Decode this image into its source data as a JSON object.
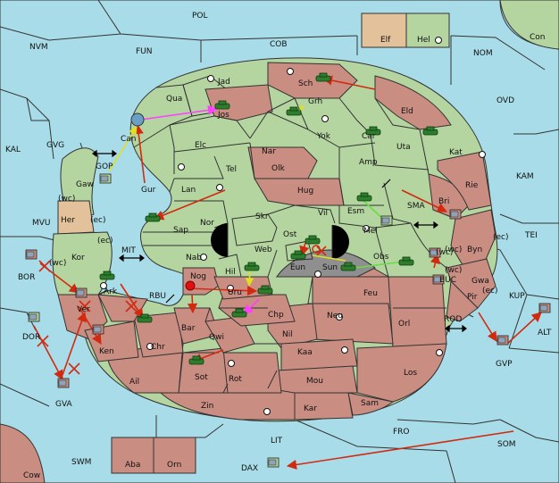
{
  "colors": {
    "sea": "#a8dce8",
    "green": "#b5d5a0",
    "red": "#c98d82",
    "tan": "#e3c29b",
    "gray": "#8f8f8f",
    "order": "#d22a10",
    "support": "#e0e020",
    "convoy": "#ff40ff",
    "light_green": "#66dd44"
  },
  "labels": {
    "POL": "POL",
    "COB": "COB",
    "FUN": "FUN",
    "NVM": "NVM",
    "NOM": "NOM",
    "OVD": "OVD",
    "Con": "Con",
    "Elf": "Elf",
    "Hel": "Hel",
    "KAL": "KAL",
    "GVG": "GVG",
    "KAM": "KAM",
    "TEI": "TEI",
    "MVU": "MVU",
    "BOR": "BOR",
    "DOR": "DOR",
    "GVA": "GVA",
    "SWM": "SWM",
    "LIT": "LIT",
    "FRO": "FRO",
    "SOM": "SOM",
    "DAX": "DAX",
    "Cow": "Cow",
    "Aba": "Aba",
    "Orn": "Orn",
    "ALT": "ALT",
    "KUP": "KUP",
    "GVP": "GVP",
    "ROD": "ROD",
    "BUC": "BUC",
    "SMA": "SMA",
    "MIT": "MIT",
    "RBU": "RBU",
    "GOP": "GOP",
    "Jad": "Jad",
    "Sch": "Sch",
    "Qua": "Qua",
    "Jos": "Jos",
    "Grh": "Grh",
    "Eld": "Eld",
    "Can": "Can",
    "Elc": "Elc",
    "Nar": "Nar",
    "Yok": "Yok",
    "Car": "Car",
    "Uta": "Uta",
    "Kat": "Kat",
    "Tel": "Tel",
    "Olk": "Olk",
    "Amp": "Amp",
    "Gur": "Gur",
    "Lan": "Lan",
    "Hug": "Hug",
    "Gaw": "Gaw",
    "Bri": "Bri",
    "Rie": "Rie",
    "Vil": "Vil",
    "Esm": "Esm",
    "Her": "Her",
    "wc1": "(wc)",
    "ec1": "(ec)",
    "Nor": "Nor",
    "Sap": "Sap",
    "Skr": "Skr",
    "Ost": "Ost",
    "Web": "Web",
    "Mel": "Mel",
    "Byn": "Byn",
    "wc2": "(wc)",
    "ec2": "(ec)",
    "Kor": "Kor",
    "ec3": "(ec)",
    "Nab": "Nab",
    "Eun": "Eun",
    "Sun": "Sun",
    "Obs": "Obs",
    "wc3": "(wc)",
    "Gwa": "Gwa",
    "ec4": "(ec)",
    "wc4": "(wc)",
    "Ark": "Ark",
    "Nog": "Nog",
    "Hil": "Hil",
    "Uru": "Uru",
    "Feu": "Feu",
    "Pir": "Pir",
    "Chp": "Chp",
    "Neu": "Neu",
    "Bar": "Bar",
    "Qwi": "Qwi",
    "Nil": "Nil",
    "Orl": "Orl",
    "Chr": "Chr",
    "Ken": "Ken",
    "Kaa": "Kaa",
    "Ail": "Ail",
    "Sot": "Sot",
    "Rot": "Rot",
    "Mou": "Mou",
    "Los": "Los",
    "Zin": "Zin",
    "Kar": "Kar",
    "Sam": "Sam",
    "Ver": "Ver",
    "wc5": "(wc)"
  }
}
